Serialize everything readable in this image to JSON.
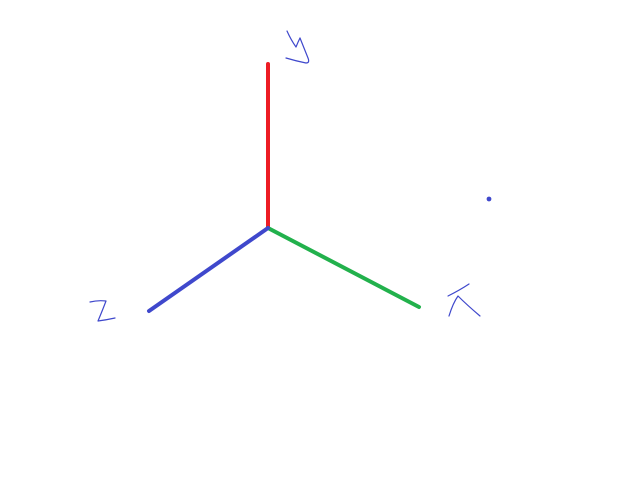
{
  "background": "#ffffff",
  "axes": [
    {
      "key": "y",
      "label": "y",
      "color": "#ed1c24"
    },
    {
      "key": "x",
      "label": "x",
      "color": "#22b14c"
    },
    {
      "key": "z",
      "label": "z",
      "color": "#3f48cc"
    }
  ],
  "stray_dot_color": "#3f48cc",
  "label_color": "#3f48cc"
}
